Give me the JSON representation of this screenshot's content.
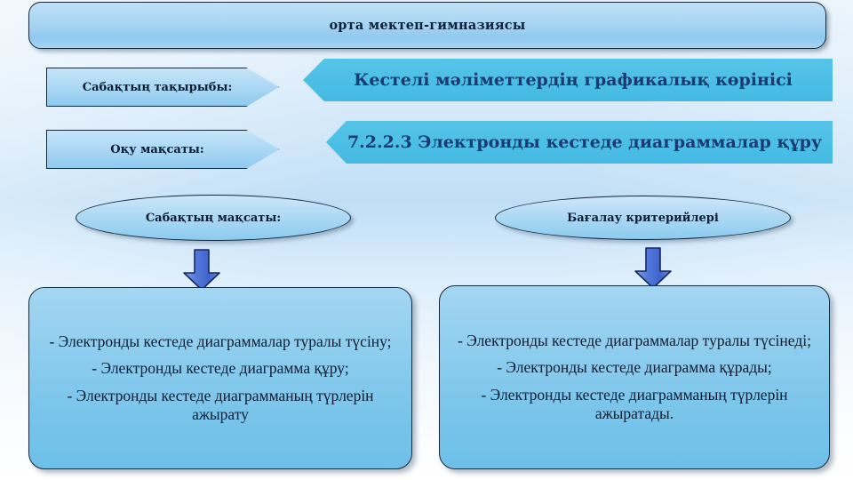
{
  "banner": {
    "title": "орта мектеп-гимназиясы"
  },
  "rows": [
    {
      "label": "Сабақтың тақырыбы:",
      "value": "Кестелі мәліметтердің графикалық көрінісі"
    },
    {
      "label": "Оқу мақсаты:",
      "value": "7.2.2.3 Электронды кестеде диаграммалар құру"
    }
  ],
  "columns": [
    {
      "heading": "Сабақтың мақсаты:",
      "arrow_icon": "down-arrow-icon",
      "lines": [
        "- Электронды кестеде диаграммалар туралы түсіну;",
        "- Электронды кестеде диаграмма құру;",
        "- Электронды кестеде диаграмманың түрлерін ажырату"
      ]
    },
    {
      "heading": "Бағалау критерийлері",
      "arrow_icon": "down-arrow-icon",
      "lines": [
        "- Электронды кестеде диаграммалар туралы түсінеді;",
        "- Электронды кестеде диаграмма құрады;",
        "- Электронды кестеде диаграмманың түрлерін ажыратады."
      ]
    }
  ],
  "colors": {
    "banner_fill": "#a9d6f3",
    "chevron_fill": "#4cbfe6",
    "chevron_text": "#1b3a70",
    "box_fill": "#79c4ea",
    "arrow_fill": "#4a6fd4",
    "outline": "#16283c",
    "background": "#cfe6f8"
  }
}
